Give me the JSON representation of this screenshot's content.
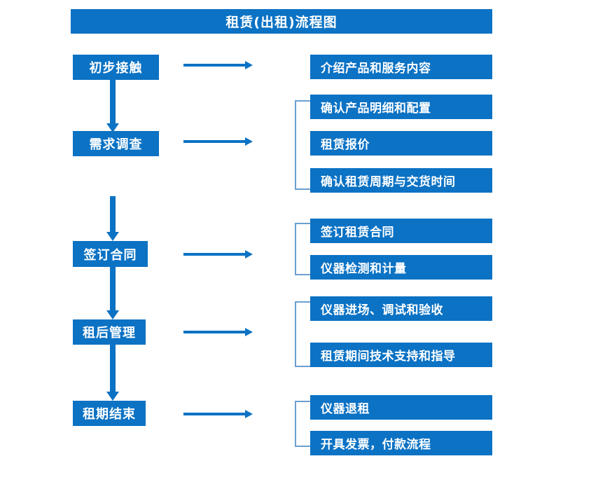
{
  "chart_data": {
    "type": "diagram",
    "title": "租赁(出租)流程图",
    "orientation": "vertical-left-steps-with-right-details"
  },
  "title": {
    "text": "租赁(出租)流程图"
  },
  "colors": {
    "box_blue": "#0b72c4",
    "bracket_blue": "#6b9fd0",
    "text_white": "#ffffff",
    "background": "#ffffff"
  },
  "steps": [
    {
      "label": "初步接触",
      "details": [
        "介绍产品和服务内容"
      ]
    },
    {
      "label": "需求调查",
      "details": [
        "确认产品明细和配置",
        "租赁报价",
        "确认租赁周期与交货时间"
      ]
    },
    {
      "label": "签订合同",
      "details": [
        "签订租赁合同",
        "仪器检测和计量"
      ]
    },
    {
      "label": "租后管理",
      "details": [
        "仪器进场、调试和验收",
        "租赁期间技术支持和指导"
      ]
    },
    {
      "label": "租期结束",
      "details": [
        "仪器退租",
        "开具发票，付款流程"
      ]
    }
  ]
}
